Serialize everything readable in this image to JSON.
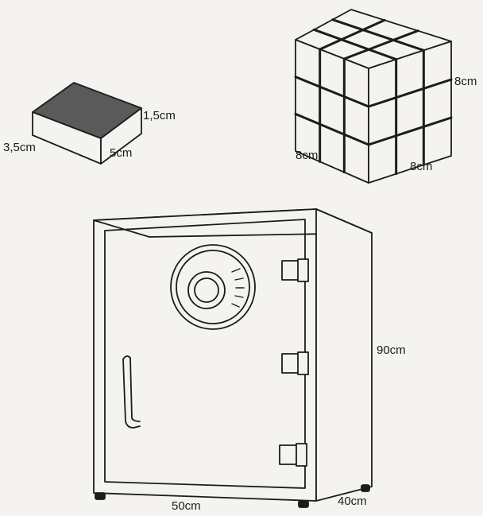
{
  "figures": {
    "eraser": {
      "label_height": "1,5cm",
      "label_length": "5cm",
      "label_width": "3,5cm"
    },
    "cube": {
      "label_height": "8cm",
      "label_front": "8cm",
      "label_side": "8cm",
      "grid": [
        3,
        3,
        3
      ]
    },
    "safe": {
      "label_height": "90cm",
      "label_width": "50cm",
      "label_depth": "40cm"
    }
  },
  "colors": {
    "ink": "#1c1c1c",
    "paper": "#f4f3f0",
    "eraser_top": "#5a5a5a"
  }
}
